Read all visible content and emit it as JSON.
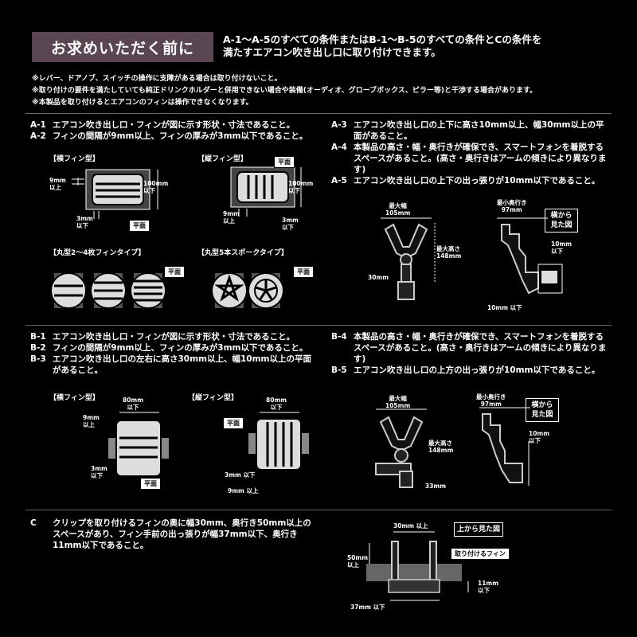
{
  "header": {
    "title": "お求めいただく前に",
    "lead_line1": "A-1～A-5のすべての条件またはB-1～B-5のすべての条件とCの条件を",
    "lead_line2": "満たすエアコン吹き出し口に取り付けできます。"
  },
  "notes": [
    "※レバー、ドアノブ、スイッチの操作に支障がある場合は取り付けないこと。",
    "※取り付けの要件を満たしていても純正ドリンクホルダーと併用できない場合や装備(オーディオ、グローブボックス、ピラー等)と干渉する場合があります。",
    "※本製品を取り付けるとエアコンのフィンは操作できなくなります。"
  ],
  "sectionA": {
    "conditions_left": [
      {
        "id": "A-1",
        "text": "エアコン吹き出し口・フィンが図に示す形状・寸法であること。"
      },
      {
        "id": "A-2",
        "text": "フィンの間隔が9mm以上、フィンの厚みが3mm以下であること。"
      }
    ],
    "conditions_right": [
      {
        "id": "A-3",
        "text": "エアコン吹き出し口の上下に高さ10mm以上、幅30mm以上の平面があること。"
      },
      {
        "id": "A-4",
        "text": "本製品の高さ・幅・奥行きが確保でき、スマートフォンを着脱するスペースがあること。(高さ・奥行きはアームの傾きにより異なります)"
      },
      {
        "id": "A-5",
        "text": "エアコン吹き出し口の上下の出っ張りが10mm以下であること。"
      }
    ],
    "fig_labels": {
      "horizontal_fin": "【横フィン型】",
      "vertical_fin": "【縦フィン型】",
      "round_fin": "【丸型2～4枚フィンタイプ】",
      "round_spoke": "【丸型5本スポークタイプ】",
      "flat": "平面",
      "gap_9": "9mm",
      "over": "以上",
      "thick_3": "3mm",
      "under": "以下",
      "h_100": "100mm",
      "max_width": "最大幅",
      "w_105": "105mm",
      "max_height": "最大高さ",
      "h_148": "148mm",
      "d_30": "30mm",
      "min_depth": "最小奥行き",
      "d_97": "97mm",
      "side_view": "横から見た図",
      "p_10": "10mm",
      "p_10_under": "10mm 以下"
    }
  },
  "sectionB": {
    "conditions_left": [
      {
        "id": "B-1",
        "text": "エアコン吹き出し口・フィンが図に示す形状・寸法であること。"
      },
      {
        "id": "B-2",
        "text": "フィンの間隔が9mm以上、フィンの厚みが3mm以下であること。"
      },
      {
        "id": "B-3",
        "text": "エアコン吹き出し口の左右に高さ30mm以上、幅10mm以上の平面があること。"
      }
    ],
    "conditions_right": [
      {
        "id": "B-4",
        "text": "本製品の高さ・幅・奥行きが確保でき、スマートフォンを着脱するスペースがあること。(高さ・奥行きはアームの傾きにより異なります)"
      },
      {
        "id": "B-5",
        "text": "エアコン吹き出し口の上方の出っ張りが10mm以下であること。"
      }
    ],
    "fig_labels": {
      "horizontal_fin": "【横フィン型】",
      "vertical_fin": "【縦フィン型】",
      "w_80": "80mm",
      "under": "以下",
      "gap_9": "9mm",
      "over": "以上",
      "thick_3": "3mm",
      "flat": "平面",
      "thick_3_under": "3mm 以下",
      "gap_9_over": "9mm 以上",
      "max_width": "最大幅",
      "w_105": "105mm",
      "max_height": "最大高さ",
      "h_148": "148mm",
      "d_33": "33mm",
      "min_depth": "最小奥行き",
      "d_97": "97mm",
      "side_view": "横から見た図",
      "p_10": "10mm"
    }
  },
  "sectionC": {
    "id": "C",
    "text": "クリップを取り付けるフィンの奥に幅30mm、奥行き50mm以上のスペースがあり、フィン手前の出っ張りが幅37mm以下、奥行き11mm以下であること。",
    "fig_labels": {
      "w_30_under": "30mm 以上",
      "top_view": "上から見た図",
      "fin_to_attach": "取り付けるフィン",
      "d_50": "50mm",
      "over": "以上",
      "d_11": "11mm",
      "under": "以下",
      "w_37_under": "37mm 以下"
    }
  }
}
